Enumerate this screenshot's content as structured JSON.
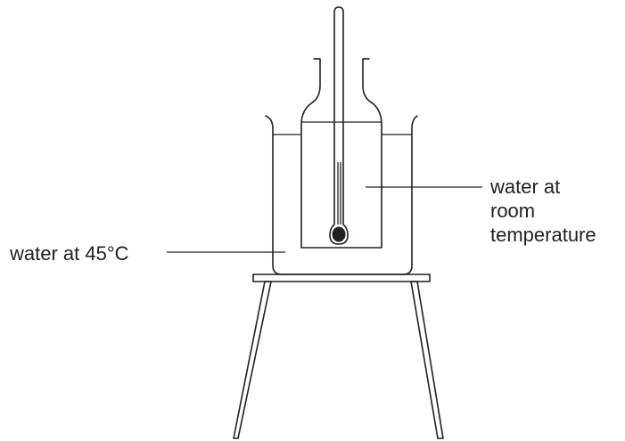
{
  "labels": {
    "outer_water": "water at 45°C",
    "inner_water_line1": "water at",
    "inner_water_line2": "room",
    "inner_water_line3": "temperature"
  },
  "colors": {
    "ink": "#231f20",
    "background": "#ffffff"
  }
}
